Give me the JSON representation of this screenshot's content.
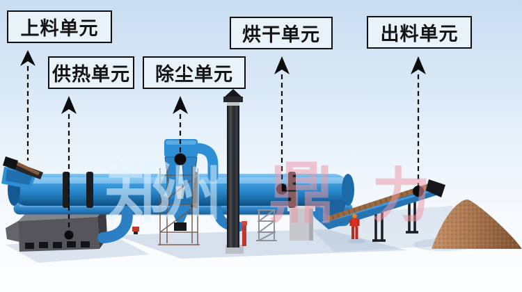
{
  "callouts": [
    {
      "id": "feeding",
      "label": "上料单元"
    },
    {
      "id": "heating",
      "label": "供热单元"
    },
    {
      "id": "dedusting",
      "label": "除尘单元"
    },
    {
      "id": "drying",
      "label": "烘干单元"
    },
    {
      "id": "discharge",
      "label": "出料单元"
    }
  ],
  "watermark": {
    "text": "郑州鼎力",
    "chars": {
      "c1": "郑",
      "c2": "州",
      "c3": "鼎",
      "c4": "力"
    }
  },
  "machine_parts": [
    {
      "name": "feed-conveyor"
    },
    {
      "name": "hot-air-furnace"
    },
    {
      "name": "rotary-drum"
    },
    {
      "name": "cyclone-dust-collector"
    },
    {
      "name": "chimney"
    },
    {
      "name": "discharge-conveyor"
    },
    {
      "name": "worker"
    },
    {
      "name": "material-pile"
    }
  ],
  "colors": {
    "machine_blue": "#2e8fd4",
    "machine_blue_dark": "#16598f",
    "furnace_gray": "#55555b",
    "chimney_black": "#1b1c1f",
    "material_brown": "#9a6a42",
    "callout_bg": "#e9f1f9",
    "callout_border": "#101010",
    "arrow_black": "#0c0c0c",
    "sky_top": "#c9ddf0",
    "sky_bottom": "#fdfeff",
    "watermark_light": "rgba(226,243,255,0.58)",
    "watermark_pink": "rgba(238,152,163,0.52)"
  }
}
